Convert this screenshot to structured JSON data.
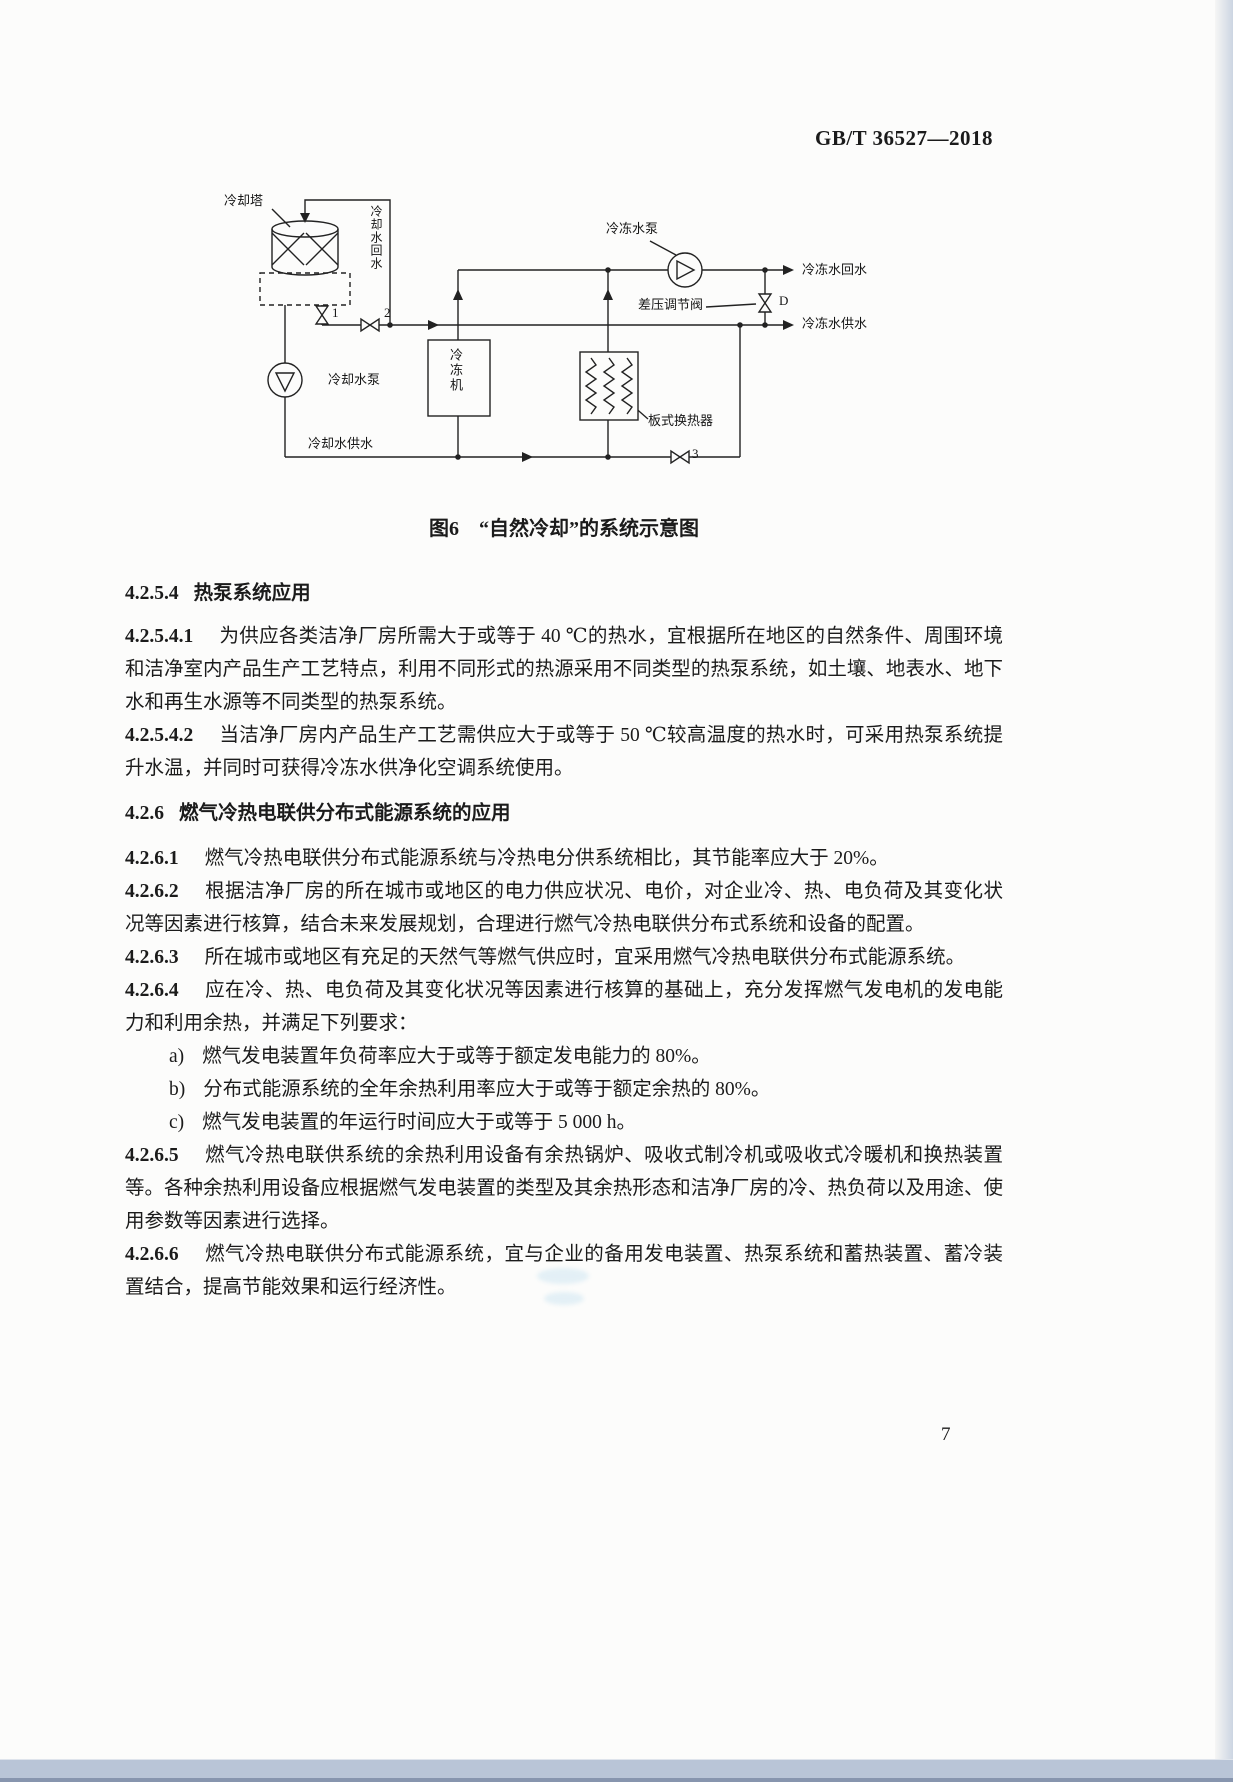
{
  "page": {
    "doc_number": "GB/T 36527—2018",
    "page_number": "7"
  },
  "figure": {
    "caption": "图6　“自然冷却”的系统示意图",
    "labels": {
      "cooling_tower": "冷却塔",
      "cooling_water_return_vertical": "冷却水回水",
      "valve_1": "1",
      "valve_2": "2",
      "chilled_water_pump": "冷冻水泵",
      "chilled_water_return": "冷冻水回水",
      "diff_pressure_valve": "差压调节阀",
      "valve_d": "D",
      "chilled_water_supply": "冷冻水供水",
      "cooling_water_pump": "冷却水泵",
      "chiller": "冷冻机",
      "plate_heat_exchanger": "板式换热器",
      "valve_3": "3",
      "cooling_water_supply": "冷却水供水"
    }
  },
  "content": {
    "blocks": [
      {
        "type": "heading",
        "num": "4.2.5.4",
        "text": "热泵系统应用"
      },
      {
        "type": "para",
        "num": "4.2.5.4.1",
        "text": "为供应各类洁净厂房所需大于或等于 40 ℃的热水，宜根据所在地区的自然条件、周围环境和洁净室内产品生产工艺特点，利用不同形式的热源采用不同类型的热泵系统，如土壤、地表水、地下水和再生水源等不同类型的热泵系统。"
      },
      {
        "type": "para",
        "num": "4.2.5.4.2",
        "text": "当洁净厂房内产品生产工艺需供应大于或等于 50 ℃较高温度的热水时，可采用热泵系统提升水温，并同时可获得冷冻水供净化空调系统使用。"
      },
      {
        "type": "heading",
        "num": "4.2.6",
        "text": "燃气冷热电联供分布式能源系统的应用"
      },
      {
        "type": "para",
        "num": "4.2.6.1",
        "text": "燃气冷热电联供分布式能源系统与冷热电分供系统相比，其节能率应大于 20%。"
      },
      {
        "type": "para",
        "num": "4.2.6.2",
        "text": "根据洁净厂房的所在城市或地区的电力供应状况、电价，对企业冷、热、电负荷及其变化状况等因素进行核算，结合未来发展规划，合理进行燃气冷热电联供分布式系统和设备的配置。"
      },
      {
        "type": "para",
        "num": "4.2.6.3",
        "text": "所在城市或地区有充足的天然气等燃气供应时，宜采用燃气冷热电联供分布式能源系统。"
      },
      {
        "type": "para",
        "num": "4.2.6.4",
        "text": "应在冷、热、电负荷及其变化状况等因素进行核算的基础上，充分发挥燃气发电机的发电能力和利用余热，并满足下列要求："
      },
      {
        "type": "item",
        "marker": "a)",
        "text": "燃气发电装置年负荷率应大于或等于额定发电能力的 80%。"
      },
      {
        "type": "item",
        "marker": "b)",
        "text": "分布式能源系统的全年余热利用率应大于或等于额定余热的 80%。"
      },
      {
        "type": "item",
        "marker": "c)",
        "text": "燃气发电装置的年运行时间应大于或等于 5 000 h。"
      },
      {
        "type": "para",
        "num": "4.2.6.5",
        "text": "燃气冷热电联供系统的余热利用设备有余热锅炉、吸收式制冷机或吸收式冷暖机和换热装置等。各种余热利用设备应根据燃气发电装置的类型及其余热形态和洁净厂房的冷、热负荷以及用途、使用参数等因素进行选择。"
      },
      {
        "type": "para",
        "num": "4.2.6.6",
        "text": "燃气冷热电联供分布式能源系统，宜与企业的备用发电装置、热泵系统和蓄热装置、蓄冷装置结合，提高节能效果和运行经济性。"
      }
    ]
  }
}
